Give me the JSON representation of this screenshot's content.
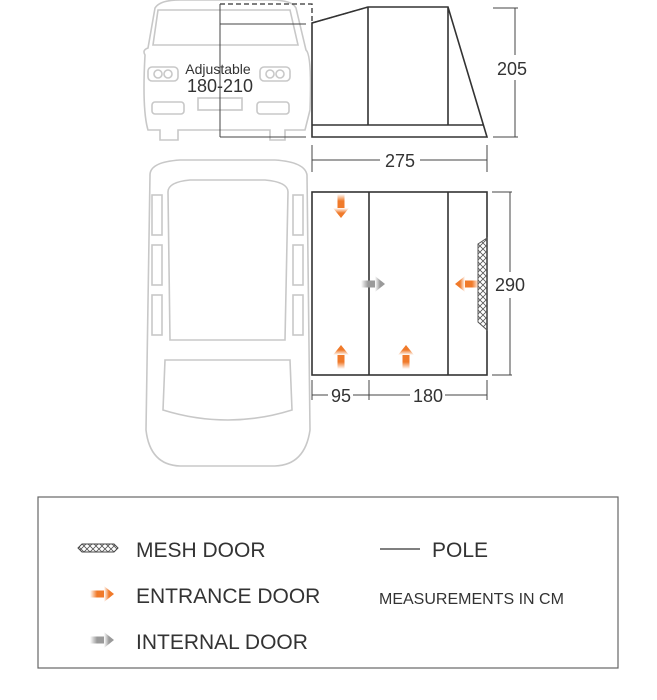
{
  "elevation": {
    "adjustable_label": "Adjustable",
    "adjustable_range": "180-210",
    "height": "205",
    "width": "275"
  },
  "plan": {
    "depth": "290",
    "section_a": "95",
    "section_b": "180"
  },
  "legend": {
    "mesh_door": "MESH DOOR",
    "entrance_door": "ENTRANCE DOOR",
    "internal_door": "INTERNAL DOOR",
    "pole": "POLE",
    "units": "MEASUREMENTS IN CM"
  },
  "colors": {
    "entrance": "#f07a2a",
    "internal": "#9a9a9a"
  }
}
